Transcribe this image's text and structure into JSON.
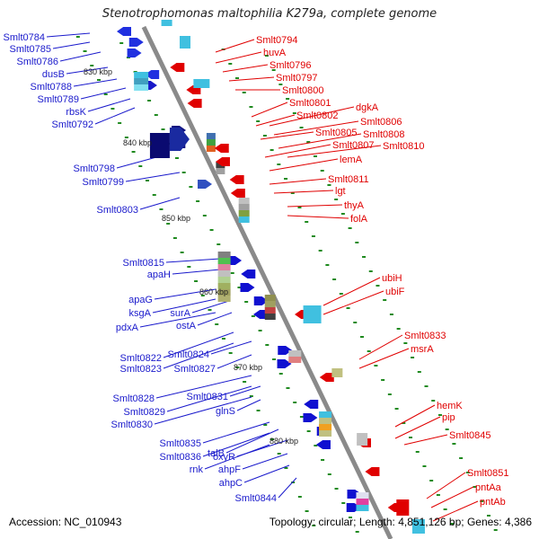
{
  "title": "Stenotrophomonas maltophilia K279a, complete genome",
  "footer": {
    "accession": "Accession: NC_010943",
    "topology": "Topology: circular; Length: 4,851,126 bp; Genes: 4,386"
  },
  "colors": {
    "left_labels": "#1a1acc",
    "right_labels": "#e00000",
    "backbone": "#8a8a8a",
    "tick": "#1f8a1f"
  },
  "kbp_ticks": [
    "830 kbp",
    "840 kbp",
    "850 kbp",
    "860 kbp",
    "870 kbp",
    "880 kbp"
  ],
  "left_labels": [
    "Smlt0784",
    "Smlt0785",
    "Smlt0786",
    "dusB",
    "Smlt0788",
    "Smlt0789",
    "rbsK",
    "Smlt0792",
    "Smlt0798",
    "Smlt0799",
    "Smlt0803",
    "Smlt0815",
    "apaH",
    "apaG",
    "ksgA",
    "pdxA",
    "surA",
    "ostA",
    "Smlt0822",
    "Smlt0823",
    "Smlt0824",
    "Smlt0827",
    "Smlt0828",
    "Smlt0829",
    "Smlt0830",
    "Smlt0831",
    "glnS",
    "Smlt0835",
    "Smlt0836",
    "rnk",
    "talB",
    "oxyR",
    "ahpF",
    "ahpC",
    "Smlt0844"
  ],
  "right_labels": [
    "Smlt0794",
    "huvA",
    "Smlt0796",
    "Smlt0797",
    "Smlt0800",
    "dgkA",
    "Smlt0801",
    "Smlt0802",
    "Smlt0806",
    "Smlt0805",
    "Smlt0808",
    "Smlt0807",
    "Smlt0810",
    "lemA",
    "Smlt0811",
    "lgt",
    "thyA",
    "folA",
    "ubiH",
    "ubiF",
    "Smlt0833",
    "msrA",
    "hemK",
    "pip",
    "Smlt0845",
    "Smlt0851",
    "pntAa",
    "pntAb"
  ]
}
